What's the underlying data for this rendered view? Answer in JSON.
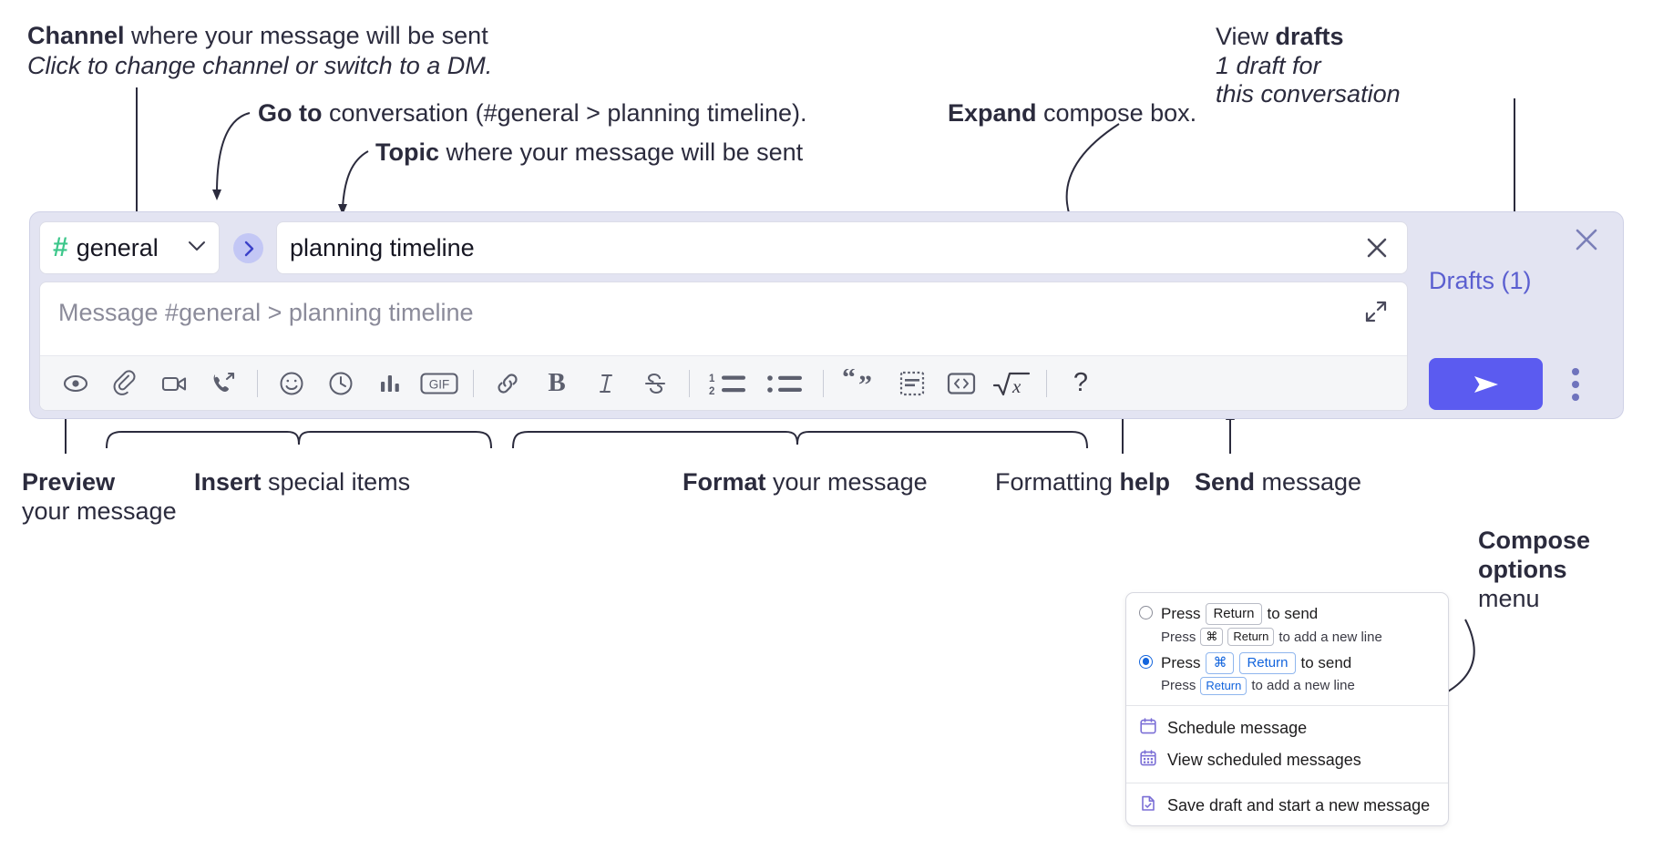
{
  "annotations": {
    "channel": {
      "bold": "Channel",
      "rest": " where your message will be sent",
      "sub": "Click to change channel or switch to a DM."
    },
    "goto": {
      "bold": "Go to",
      "rest": " conversation (#general > planning timeline)."
    },
    "topic": {
      "bold": "Topic",
      "rest": " where your message will be sent"
    },
    "expand": {
      "bold": "Expand",
      "rest": " compose box."
    },
    "drafts": {
      "bold_lead": "View ",
      "bold": "drafts",
      "sub_line1": "1 draft for",
      "sub_line2": "this conversation"
    },
    "preview": {
      "bold": "Preview",
      "line2": "your message"
    },
    "insert": {
      "bold": "Insert",
      "rest": " special items"
    },
    "format": {
      "bold": "Format",
      "rest": " your message"
    },
    "help": {
      "lead": "Formatting ",
      "bold": "help"
    },
    "send": {
      "bold": "Send",
      "rest": " message"
    },
    "compose_options": {
      "line1": "Compose",
      "line2": "options",
      "line3": "menu"
    }
  },
  "compose": {
    "channel_name": "general",
    "channel_hash": "#",
    "topic_value": "planning timeline",
    "message_placeholder": "Message #general > planning timeline",
    "drafts_label": "Drafts (1)",
    "toolbar_left": [
      {
        "name": "preview-icon",
        "label": "Preview"
      },
      {
        "name": "attachment-icon",
        "label": "Attach file"
      },
      {
        "name": "video-camera-icon",
        "label": "Video clip"
      },
      {
        "name": "phone-call-icon",
        "label": "Audio call"
      }
    ],
    "toolbar_insert": [
      {
        "name": "emoji-icon",
        "label": "Emoji"
      },
      {
        "name": "clock-icon",
        "label": "Reminder"
      },
      {
        "name": "poll-bar-chart-icon",
        "label": "Poll"
      },
      {
        "name": "gif-icon",
        "label": "GIF"
      }
    ],
    "toolbar_format": [
      {
        "name": "link-icon",
        "label": "Link"
      },
      {
        "name": "bold-icon",
        "label": "B"
      },
      {
        "name": "italic-icon",
        "label": "I"
      },
      {
        "name": "strikethrough-icon",
        "label": "S"
      }
    ],
    "toolbar_lists": [
      {
        "name": "ordered-list-icon",
        "label": "Ordered list"
      },
      {
        "name": "bulleted-list-icon",
        "label": "Bulleted list"
      }
    ],
    "toolbar_blocks": [
      {
        "name": "blockquote-icon",
        "label": "Blockquote"
      },
      {
        "name": "code-block-icon",
        "label": "Code block"
      },
      {
        "name": "inline-code-icon",
        "label": "Code"
      },
      {
        "name": "latex-icon",
        "label": "LaTeX"
      }
    ],
    "help_label": "?",
    "gif_label": "GIF",
    "bold_label": "B",
    "italic_label": "I",
    "strike_label": "S",
    "ordered_one": "1",
    "ordered_two": "2"
  },
  "menu": {
    "option_a": {
      "press": "Press",
      "key": "Return",
      "tail": "to send",
      "sub_press": "Press",
      "sub_key1": "⌘",
      "sub_key2": "Return",
      "sub_tail": "to add a new line",
      "selected": false
    },
    "option_b": {
      "press": "Press",
      "key1": "⌘",
      "key2": "Return",
      "tail": "to send",
      "sub_press": "Press",
      "sub_key": "Return",
      "sub_tail": "to add a new line",
      "selected": true
    },
    "items": [
      {
        "name": "schedule-message",
        "label": "Schedule message",
        "icon": "calendar-icon"
      },
      {
        "name": "view-scheduled-messages",
        "label": "View scheduled messages",
        "icon": "calendar-grid-icon"
      },
      {
        "name": "save-draft-new-message",
        "label": "Save draft and start a new message",
        "icon": "draft-check-icon"
      }
    ]
  },
  "colors": {
    "panel_bg": "#e3e4f2",
    "send_purple": "#5b5bf0",
    "drafts_text": "#5b5fd0",
    "hash_green": "#3dc78b",
    "goto_bubble": "#c3c7f5",
    "menu_blue": "#1264dd"
  }
}
